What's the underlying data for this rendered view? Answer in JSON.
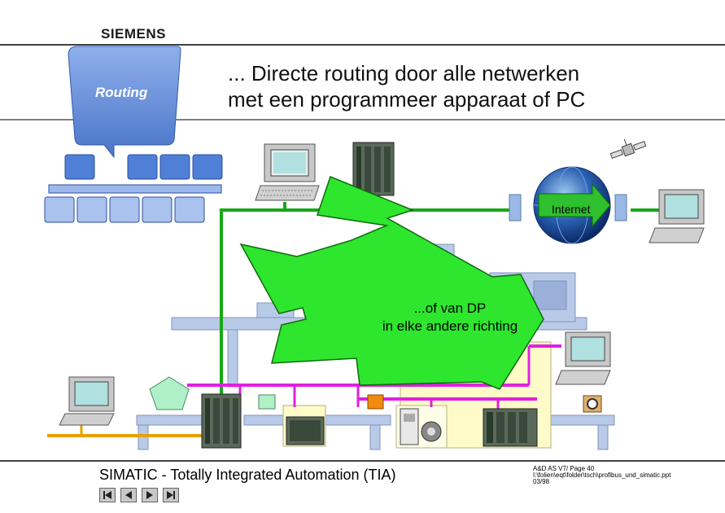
{
  "header": {
    "brand": "SIEMENS",
    "badge_label": "Routing",
    "headline_line1": "... Directe routing door alle netwerken",
    "headline_line2": "met een programmeer apparaat of PC"
  },
  "diagram": {
    "internet_label": "Internet",
    "callout_line1": "...of van DP",
    "callout_line2": "in elke andere richting"
  },
  "footer": {
    "title": "SIMATIC - Totally Integrated Automation (TIA)",
    "info_line1": "A&D AS V7/  Page  40",
    "info_line2": "I:\\folien\\eqt\\folder\\tsch\\profibus_und_simatic.ppt",
    "info_line3": "03/98"
  },
  "navigation": {
    "buttons": [
      "first-slide-icon",
      "previous-slide-icon",
      "next-slide-icon",
      "last-slide-icon"
    ]
  },
  "colors": {
    "network_green": "#18a818",
    "network_magenta": "#e020e0",
    "network_orange": "#e8a000",
    "arrow_green": "#2ee62e",
    "frame_blue": "#b8cae8",
    "routing_blue": "#5a86d4"
  }
}
